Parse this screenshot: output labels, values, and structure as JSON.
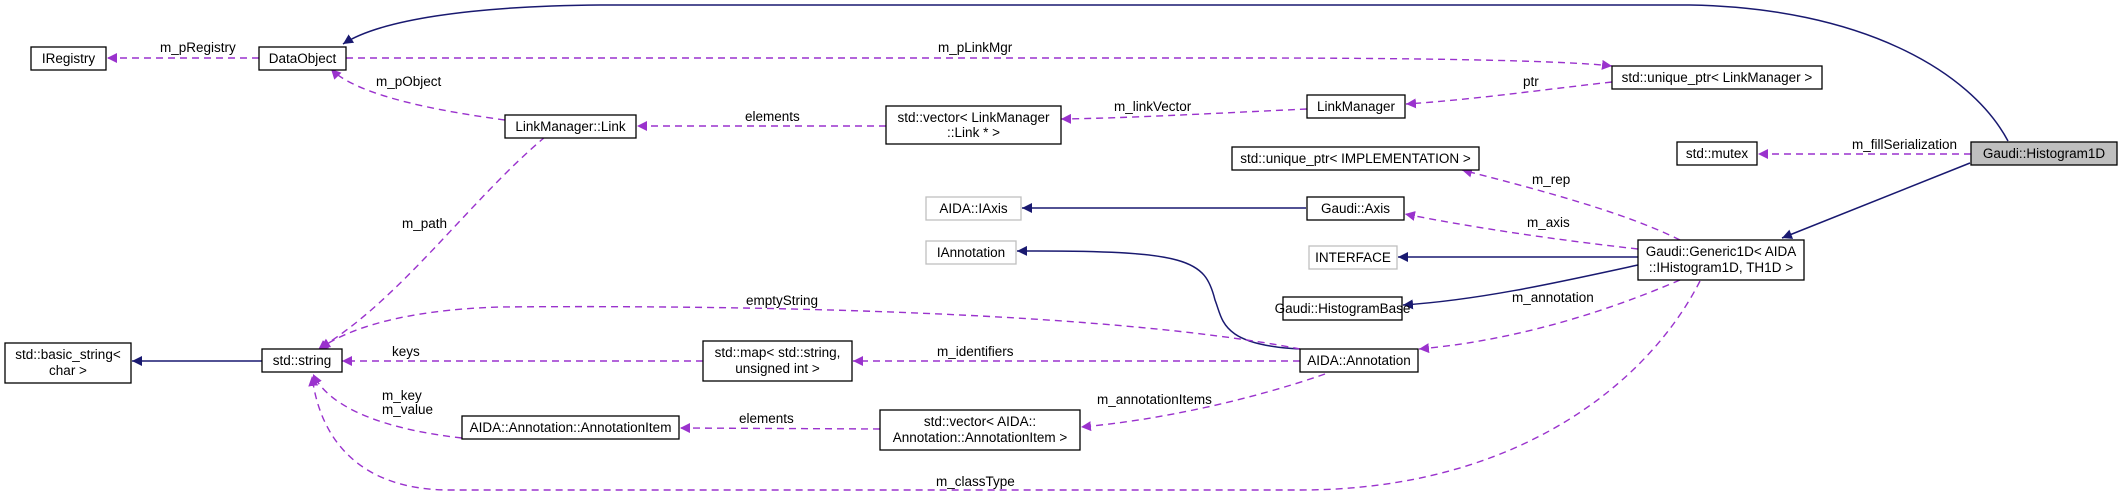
{
  "colors": {
    "inheritance": "#191970",
    "usage": "#9a32cd",
    "focus_fill": "#bfbfbf",
    "external_border": "#bfbfbf"
  },
  "nodes": {
    "iregistry": "IRegistry",
    "dataobject": "DataObject",
    "unique_ptr_linkmgr": "std::unique_ptr< LinkManager >",
    "linkmanager": "LinkManager",
    "linkmanager_link": "LinkManager::Link",
    "vector_link": [
      "std::vector< LinkManager",
      "::Link * >"
    ],
    "std_mutex": "std::mutex",
    "histogram1d": "Gaudi::Histogram1D",
    "unique_ptr_impl": "std::unique_ptr< IMPLEMENTATION >",
    "aida_iaxis": "AIDA::IAxis",
    "gaudi_axis": "Gaudi::Axis",
    "iannotation": "IAnnotation",
    "interface": "INTERFACE",
    "generic1d": [
      "Gaudi::Generic1D< AIDA",
      "::IHistogram1D, TH1D >"
    ],
    "histogrambase": "Gaudi::HistogramBase",
    "basic_string": [
      "std::basic_string<",
      "char >"
    ],
    "std_string": "std::string",
    "map_string_uint": [
      "std::map< std::string,",
      "unsigned int >"
    ],
    "aida_annotation": "AIDA::Annotation",
    "annotation_item": "AIDA::Annotation::AnnotationItem",
    "vector_annotation_item": [
      "std::vector< AIDA::",
      "Annotation::AnnotationItem >"
    ]
  },
  "edge_labels": {
    "m_pRegistry": "m_pRegistry",
    "m_pLinkMgr": "m_pLinkMgr",
    "m_pObject": "m_pObject",
    "elements_link": "elements",
    "m_linkVector": "m_linkVector",
    "ptr": "ptr",
    "m_fillSerialization": "m_fillSerialization",
    "m_rep": "m_rep",
    "m_axis": "m_axis",
    "m_path": "m_path",
    "emptyString": "emptyString",
    "m_annotation": "m_annotation",
    "keys": "keys",
    "m_identifiers": "m_identifiers",
    "m_key": "m_key",
    "m_value": "m_value",
    "m_annotationItems": "m_annotationItems",
    "elements_item": "elements",
    "m_classType": "m_classType"
  }
}
